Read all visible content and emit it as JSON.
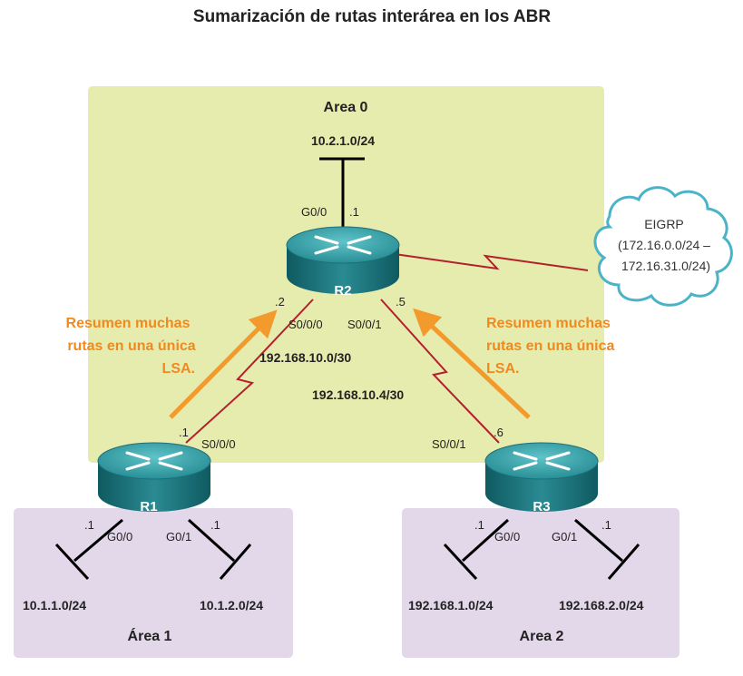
{
  "title": "Sumarización de rutas interárea en los ABR",
  "areas": {
    "area0": "Area 0",
    "area1": "Área 1",
    "area2": "Area 2"
  },
  "routers": {
    "r1": "R1",
    "r2": "R2",
    "r3": "R3"
  },
  "networks": {
    "r2_lan": "10.2.1.0/24",
    "link_r1_r2": "192.168.10.0/30",
    "link_r2_r3": "192.168.10.4/30",
    "r1_lan1": "10.1.1.0/24",
    "r1_lan2": "10.1.2.0/24",
    "r3_lan1": "192.168.1.0/24",
    "r3_lan2": "192.168.2.0/24"
  },
  "interfaces": {
    "r2_g00": "G0/0",
    "r2_g00_ip": ".1",
    "r2_s000": "S0/0/0",
    "r2_s000_ip": ".2",
    "r2_s001": "S0/0/1",
    "r2_s001_ip": ".5",
    "r1_s000": "S0/0/0",
    "r1_s000_ip": ".1",
    "r1_g00": "G0/0",
    "r1_g00_ip": ".1",
    "r1_g01": "G0/1",
    "r1_g01_ip": ".1",
    "r3_s001": "S0/0/1",
    "r3_s001_ip": ".6",
    "r3_g00": "G0/0",
    "r3_g00_ip": ".1",
    "r3_g01": "G0/1",
    "r3_g01_ip": ".1"
  },
  "cloud": {
    "line1": "EIGRP",
    "line2": "(172.16.0.0/24 –",
    "line3": "172.16.31.0/24)"
  },
  "notes": {
    "left": [
      "Resumen muchas",
      "rutas en una única",
      "LSA."
    ],
    "right": [
      "Resumen muchas",
      "rutas en una única",
      "LSA."
    ]
  },
  "colors": {
    "area0": "#e6ebae",
    "area_sub": "#e2d8ea",
    "router_top": "#2f8f97",
    "serial_link": "#b3202c",
    "arrow": "#f39a2d",
    "cloud_stroke": "#4ab3c8"
  }
}
